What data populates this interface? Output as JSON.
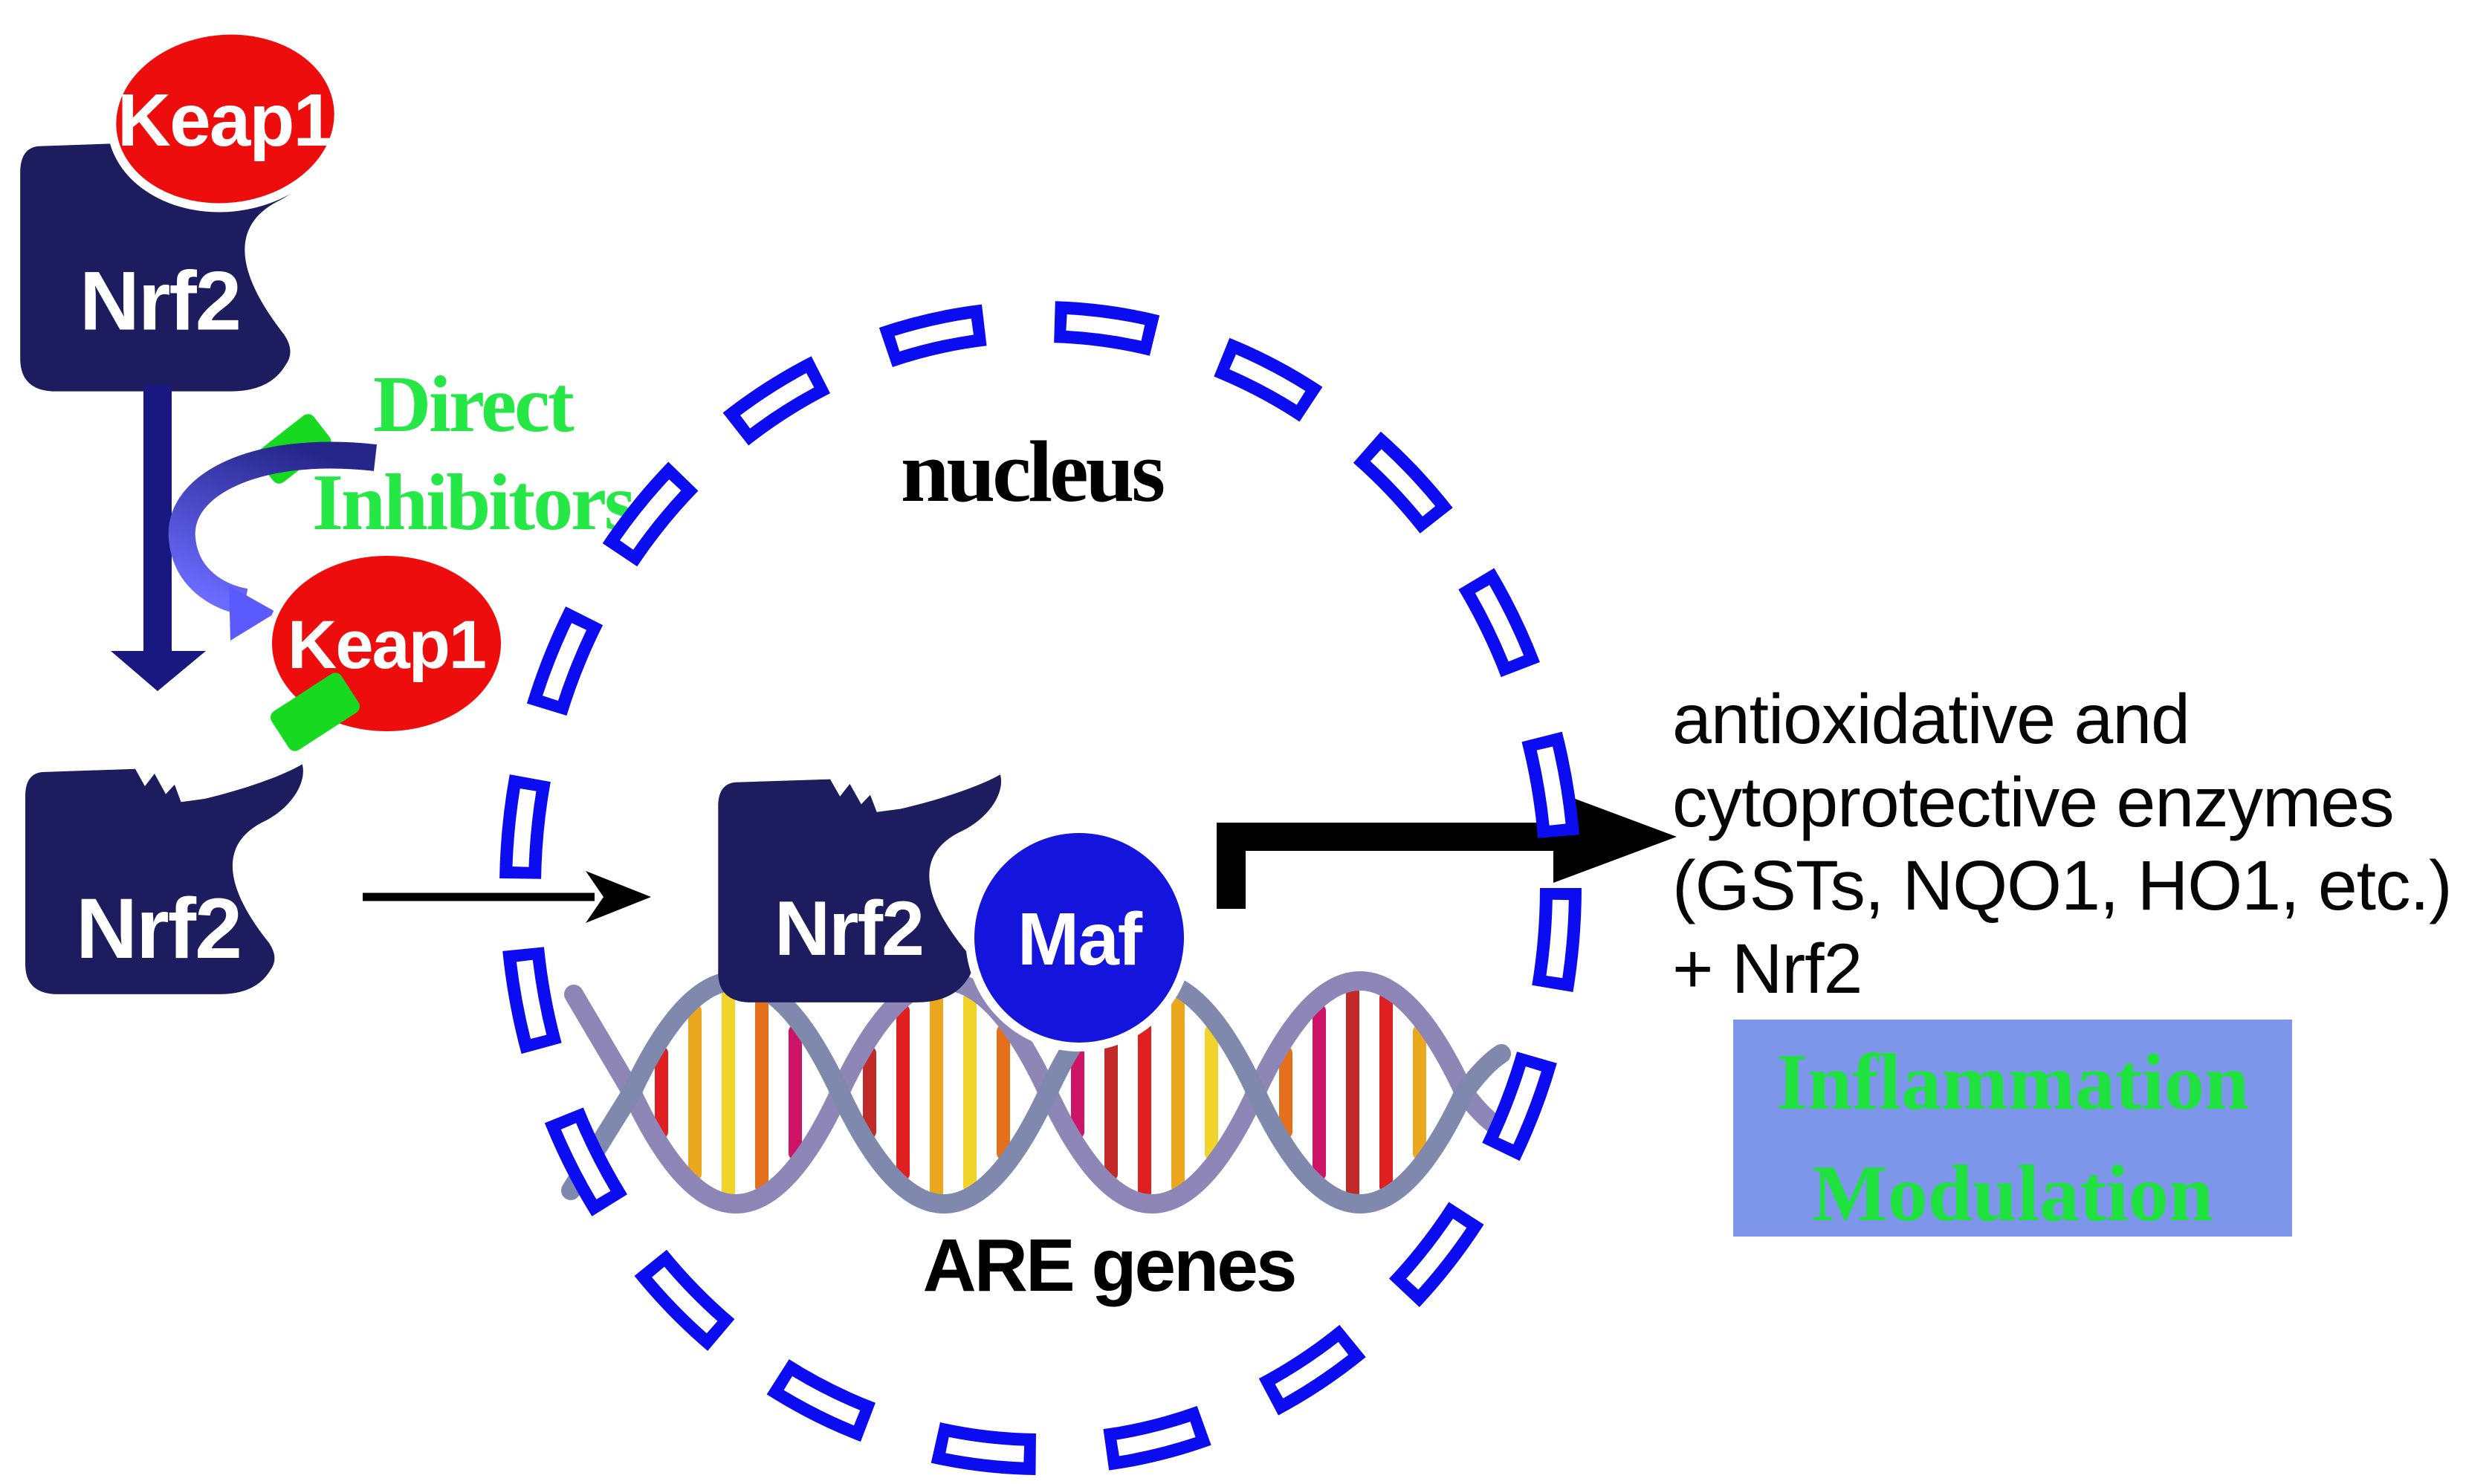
{
  "colors": {
    "background": "#ffffff",
    "nrf2_navy": "#1c1c5e",
    "keap1_red": "#ee0d0d",
    "maf_blue": "#1414dd",
    "membrane_blue": "#0c0cf0",
    "membrane_gap_white": "#ffffff",
    "down_arrow_navy": "#181880",
    "curved_arrow_dark": "#26268a",
    "curved_arrow_light": "#6b6bff",
    "curved_arrow_head": "#5a5aff",
    "inhibitor_green": "#17d91f",
    "green_text": "#25e847",
    "arrow_black": "#000000",
    "box_fill": "#7d96ea",
    "box_text_green": "#1fe23f",
    "dna_strand_a": "#8e86b6",
    "dna_strand_b": "#7f88ad",
    "label_white": "#ffffff"
  },
  "labels": {
    "keap1_bound": "Keap1",
    "nrf2_bound": "Nrf2",
    "keap1_free": "Keap1",
    "nrf2_free": "Nrf2",
    "direct_inhibitors_line1": "Direct",
    "direct_inhibitors_line2": "Inhibitors",
    "nucleus": "nucleus",
    "nrf2_nuclear": "Nrf2",
    "maf": "Maf",
    "are_genes": "ARE genes"
  },
  "output_text": {
    "line1": "antioxidative and",
    "line2": "cytoprotective enzymes",
    "line3": "(GSTs, NQO1, HO1, etc.)",
    "line4": "+ Nrf2"
  },
  "inflammation_box": {
    "line1": "Inflammation",
    "line2": "Modulation"
  },
  "dna": {
    "bar_colors": [
      "#e02020",
      "#eba81e",
      "#f2d32a",
      "#e4701c",
      "#ce1467",
      "#c22a2a"
    ]
  }
}
